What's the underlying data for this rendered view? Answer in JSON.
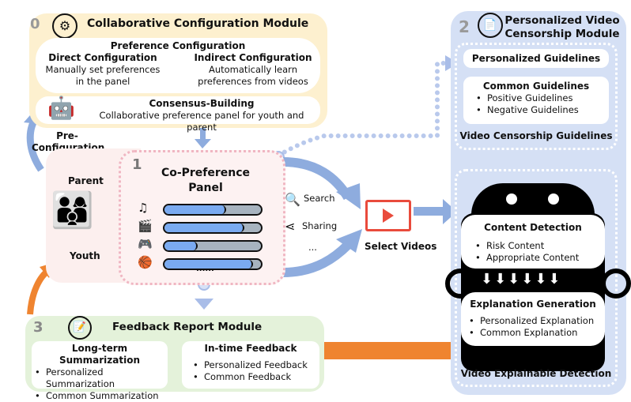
{
  "colors": {
    "module0_bg": "#fdf0cf",
    "module2_bg": "#d5e0f5",
    "module3_bg": "#e4f2da",
    "panel_bg": "#fdf2f2",
    "arrow_blue": "#8eacde",
    "arrow_orange": "#ef8430",
    "bar_fill": "#7aaaf0",
    "bar_track": "#a7b3bf"
  },
  "module0": {
    "number": "0",
    "icon": "gear-icon",
    "title": "Collaborative Configuration Module",
    "preference": {
      "title": "Preference Configuration",
      "direct": {
        "title": "Direct Configuration",
        "desc1": "Manually set preferences",
        "desc2": "in the panel"
      },
      "indirect": {
        "title": "Indirect Configuration",
        "desc1": "Automatically learn",
        "desc2": "preferences from videos"
      }
    },
    "consensus": {
      "title": "Consensus-Building",
      "desc": "Collaborative preference panel for youth and parent",
      "icon": "robot-icon"
    }
  },
  "pre_configuration": {
    "line1": "Pre-",
    "line2": "Configuration"
  },
  "family": {
    "parent": "Parent",
    "youth": "Youth"
  },
  "panel": {
    "number": "1",
    "title1": "Co-Preference",
    "title2": "Panel",
    "items": [
      {
        "icon": "music-icon",
        "value": 0.62
      },
      {
        "icon": "movie-clapper-icon",
        "value": 0.81
      },
      {
        "icon": "gamepad-icon",
        "value": 0.33
      },
      {
        "icon": "basketball-icon",
        "value": 0.9
      }
    ],
    "more": "......"
  },
  "sources": {
    "search": "Search",
    "sharing": "Sharing",
    "more": "..."
  },
  "select_videos": "Select Videos",
  "module2": {
    "number": "2",
    "icon": "document-search-icon",
    "title1": "Personalized Video",
    "title2": "Censorship Module",
    "personalized_guidelines": "Personalized Guidelines",
    "common_guidelines": {
      "title": "Common Guidelines",
      "items": [
        "Positive Guidelines",
        "Negative Guidelines"
      ]
    },
    "guidelines_label": "Video Censorship Guidelines",
    "content_detection": {
      "title": "Content Detection",
      "items": [
        "Risk Content",
        "Appropriate Content"
      ]
    },
    "explanation": {
      "title": "Explanation Generation",
      "items": [
        "Personalized Explanation",
        "Common Explanation"
      ]
    },
    "detection_label": "Video Explainable Detection"
  },
  "module3": {
    "number": "3",
    "icon": "report-edit-icon",
    "title": "Feedback Report Module",
    "long_term": {
      "title": "Long-term Summarization",
      "items": [
        "Personalized",
        "Summarization",
        "Common Summarization"
      ]
    },
    "in_time": {
      "title": "In-time Feedback",
      "items": [
        "Personalized Feedback",
        "Common Feedback"
      ]
    }
  }
}
